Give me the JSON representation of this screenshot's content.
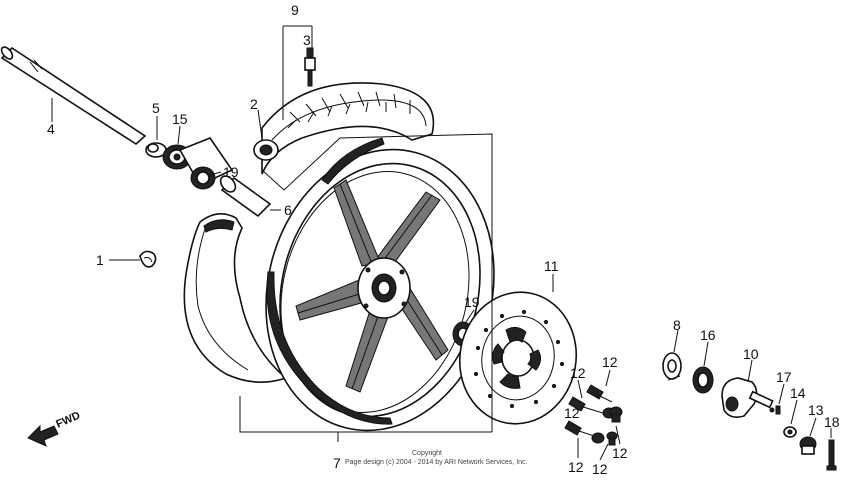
{
  "labels": {
    "l1": "1",
    "l2": "2",
    "l3": "3",
    "l4": "4",
    "l5": "5",
    "l6": "6",
    "l7": "7",
    "l8": "8",
    "l9": "9",
    "l10": "10",
    "l11": "11",
    "l12a": "12",
    "l12b": "12",
    "l12c": "12",
    "l12d": "12",
    "l12e": "12",
    "l12f": "12",
    "l13": "13",
    "l14": "14",
    "l15": "15",
    "l16": "16",
    "l17": "17",
    "l18": "18",
    "l19a": "19",
    "l19b": "19"
  },
  "direction": "FWD",
  "copyright": {
    "line1": "Copyright",
    "line2": "Page design (c) 2004 - 2014 by ARI Network Services, Inc."
  }
}
